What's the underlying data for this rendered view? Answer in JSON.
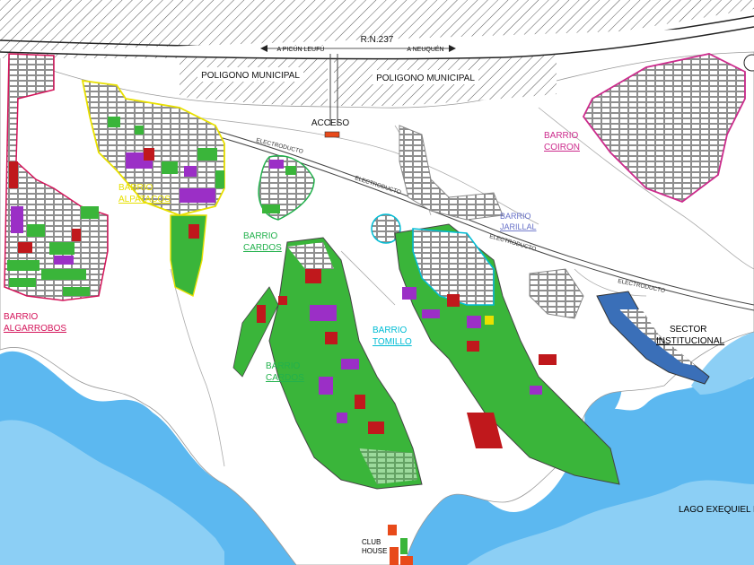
{
  "road": {
    "name": "R.N.237",
    "to_left": "A PICÚN LEUFÚ",
    "to_right": "A NEUQUÉN"
  },
  "areas": {
    "municipal_left": "POLIGONO MUNICIPAL",
    "municipal_right": "POLIGONO MUNICIPAL",
    "access": "ACCESO",
    "power_line": "ELECTRODUCTO",
    "lake": "LAGO EXEQUIEL R",
    "club_line1": "CLUB",
    "club_line2": "HOUSE"
  },
  "barrios": {
    "algarrobos": {
      "line1": "BARRIO",
      "line2": "ALGARROBOS",
      "color": "#d4145a"
    },
    "alpatacos": {
      "line1": "BARRIO",
      "line2": "ALPATACOS",
      "color": "#e8e000"
    },
    "cardos_north": {
      "line1": "BARRIO",
      "line2": "CARDOS",
      "color": "#22b14c"
    },
    "cardos_south": {
      "line1": "BARRIO",
      "line2": "CARDOS",
      "color": "#22b14c"
    },
    "tomillo": {
      "line1": "BARRIO",
      "line2": "TOMILLO",
      "color": "#00bcd4"
    },
    "jarillal": {
      "line1": "BARRIO",
      "line2": "JARILLAL",
      "color": "#6670c8"
    },
    "coiron": {
      "line1": "BARRIO",
      "line2": "COIRON",
      "color": "#cc2b8c"
    },
    "institucional": {
      "line1": "SECTOR",
      "line2": "INSTITUCIONAL",
      "color": "#000000"
    }
  },
  "legend_colors": {
    "lot_sold": "#3ab53a",
    "lot_reserved": "#9b2fc6",
    "lot_special": "#c0181c",
    "water": "#5cb8f0",
    "institutional_lot": "#3a6fb8"
  }
}
